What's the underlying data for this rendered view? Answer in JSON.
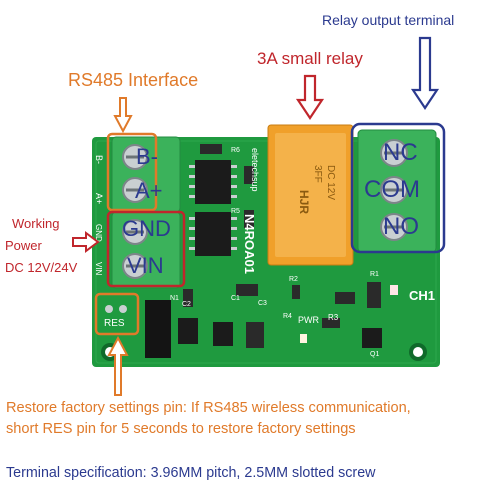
{
  "annotations": {
    "relay_output_terminal": "Relay output terminal",
    "small_relay": "3A small relay",
    "rs485_interface": "RS485 Interface",
    "working_power_line1": "Working",
    "working_power_line2": "Power",
    "working_power_line3": "DC 12V/24V",
    "restore_line1": "Restore factory settings pin: If RS485 wireless communication,",
    "restore_line2": "short RES pin for 5 seconds to restore factory settings",
    "terminal_spec": "Terminal specification: 3.96MM pitch, 2.5MM slotted screw"
  },
  "left_terminal_labels": {
    "b_minus": "B-",
    "a_plus": "A+",
    "gnd": "GND",
    "vin": "VIN"
  },
  "right_terminal_labels": {
    "nc": "NC",
    "com": "COM",
    "no": "NO"
  },
  "board_silkscreen": {
    "brand": "eletechsup",
    "model": "N4ROA01",
    "edge_b_minus": "B-",
    "edge_a_plus": "A+",
    "edge_gnd": "GND",
    "edge_vin": "VIN",
    "res": "RES",
    "ch1": "CH1",
    "pwr": "PWR",
    "r1": "R1",
    "r2": "R2",
    "r3": "R3",
    "r4": "R4",
    "r5": "R5",
    "r6": "R6",
    "c1": "C1",
    "c2": "C2",
    "c3": "C3",
    "n1": "N1",
    "q1": "Q1"
  },
  "relay_marking": {
    "line1": "HJR",
    "line2": "3FF",
    "line3": "DC 12V"
  },
  "colors": {
    "annotation_orange": "#e07a2a",
    "annotation_red": "#c0262c",
    "annotation_blue": "#2b3a8f",
    "pcb_green": "#1f9a3f",
    "terminal_green": "#3bb25b",
    "relay_orange": "#f0a02a"
  }
}
